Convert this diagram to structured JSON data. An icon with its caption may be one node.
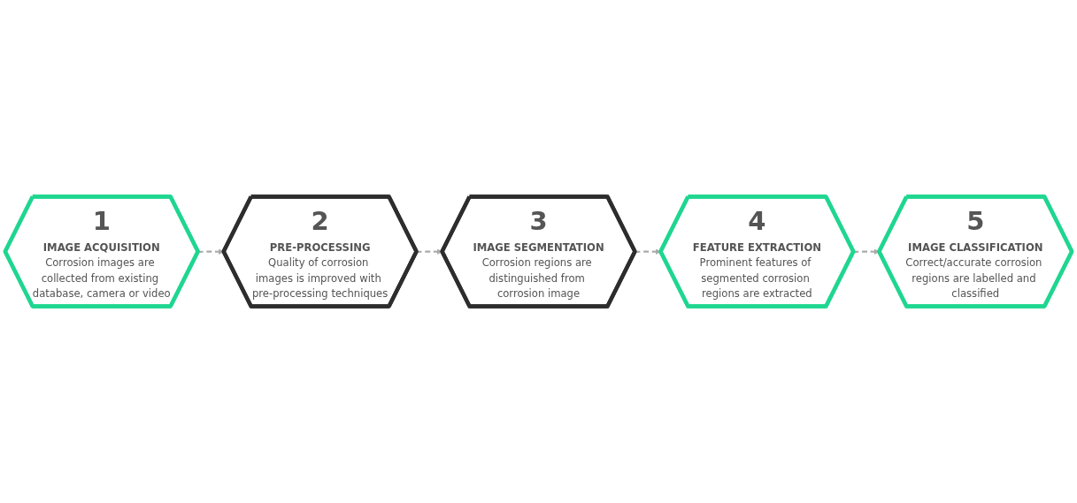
{
  "diagram": {
    "nodes": [
      {
        "text": [
          "1",
          "IMAGE ACQUISITION",
          "Corrosion images are collected from existing database, camera or video"
        ]
      },
      {
        "text": [
          "2",
          "PRE-PROCESSING",
          "Quality of corrosion images is improved with pre-processing techniques"
        ]
      },
      {
        "text": [
          "3",
          "IMAGE SEGMENTATION",
          "Corrosion regions are distinguished from corrosion image"
        ]
      },
      {
        "text": [
          "4",
          "FEATURE EXTRACTION",
          "Prominent features of segmented corrosion regions are extracted"
        ]
      },
      {
        "text": [
          "5",
          "IMAGE CLASSIFICATION",
          "Correct/accurate corrosion regions are labelled and classified"
        ]
      }
    ],
    "edges": [
      {
        "from": 0,
        "to": 1,
        "arrow": "to",
        "style": "dashed"
      },
      {
        "from": 1,
        "to": 2,
        "arrow": "to",
        "style": "dashed"
      },
      {
        "from": 2,
        "to": 3,
        "arrow": "to",
        "style": "dashed"
      },
      {
        "from": 3,
        "to": 4,
        "arrow": "to",
        "style": "dashed"
      }
    ]
  }
}
